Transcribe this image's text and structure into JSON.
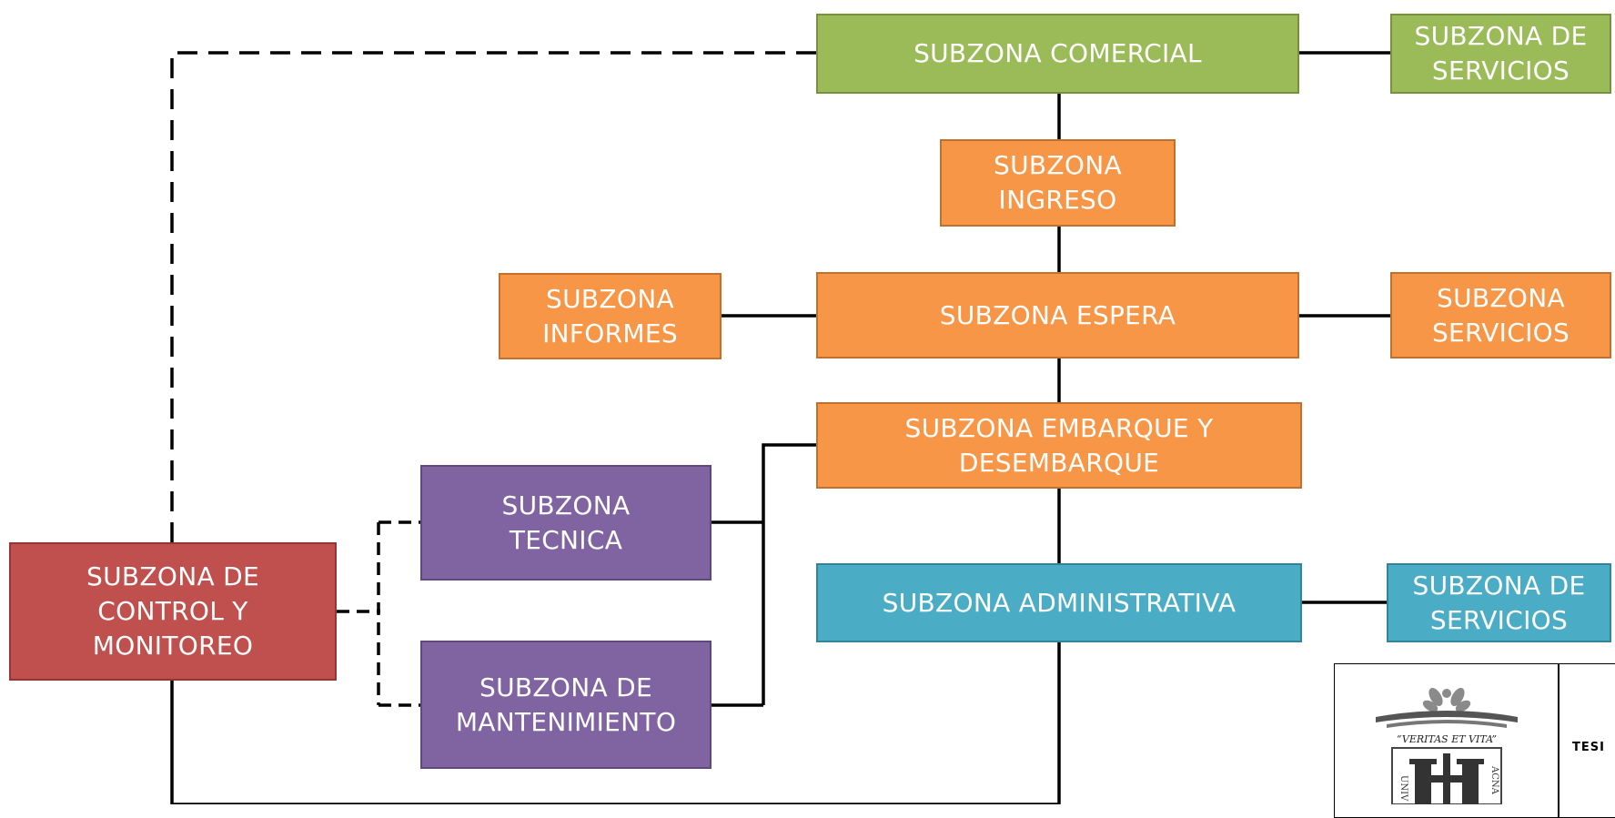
{
  "nodes": {
    "comercial": "SUBZONA COMERCIAL",
    "servicios_top": "SUBZONA DE\nSERVICIOS",
    "ingreso": "SUBZONA\nINGRESO",
    "informes": "SUBZONA\nINFORMES",
    "espera": "SUBZONA ESPERA",
    "servicios_mid": "SUBZONA\nSERVICIOS",
    "embarque": "SUBZONA EMBARQUE Y\nDESEMBARQUE",
    "tecnica": "SUBZONA\nTECNICA",
    "administrativa": "SUBZONA ADMINISTRATIVA",
    "servicios_bottom": "SUBZONA DE\nSERVICIOS",
    "control": "SUBZONA DE\nCONTROL Y\nMONITOREO",
    "mantenimiento": "SUBZONA  DE\nMANTENIMIENTO"
  },
  "colors": {
    "green": "#9bbb59",
    "orange": "#f79646",
    "purple": "#8064a2",
    "blue": "#4bacc6",
    "red": "#c0504d",
    "line": "#000000"
  },
  "title_block": {
    "tab_label": "TESI",
    "logo_motto": "“VERITAS ET VITA”",
    "logo_side_left": "UNIV",
    "logo_side_right": "ACNA"
  }
}
